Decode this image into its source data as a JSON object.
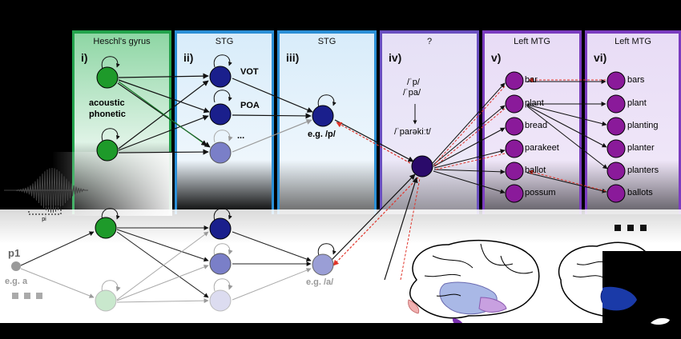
{
  "panels": [
    {
      "header": "Heschl's gyrus",
      "numeral": "i)",
      "color": "#22a04a"
    },
    {
      "header": "STG",
      "numeral": "ii)",
      "color": "#2b8fd6"
    },
    {
      "header": "STG",
      "numeral": "iii)",
      "color": "#2b8fd6"
    },
    {
      "header": "?",
      "numeral": "iv)",
      "color": "#6a4fc0"
    },
    {
      "header": "Left MTG",
      "numeral": "v)",
      "color": "#7b3cc0"
    },
    {
      "header": "Left MTG",
      "numeral": "vi)",
      "color": "#7b3cc0"
    }
  ],
  "labels": {
    "acoustic": "acoustic",
    "phonetic": "phonetic",
    "vot": "VOT",
    "poa": "POA",
    "ellipsis": "...",
    "eg_p": "e.g. /p/",
    "eg_a": "e.g. /a/",
    "p1": "p1",
    "eg_a_input": "e.g. a",
    "pi": "pi",
    "phon_p": "/ˈp/",
    "phon_pa": "/ˈpa/",
    "phon_parakeet": "/ˈparəkiːt/"
  },
  "words_v": [
    "bar",
    "plant",
    "bread",
    "parakeet",
    "ballot",
    "possum"
  ],
  "words_vi": [
    "bars",
    "plant",
    "planting",
    "planter",
    "planters",
    "ballots"
  ],
  "colors": {
    "green_node": "#1e9a2a",
    "navy_node": "#1a1f8c",
    "faded_node": "#7a7fc8",
    "purple_node": "#8a1a9a",
    "dark_purple_node": "#2a0a6a",
    "red_arrow": "#e0342a",
    "gray_node": "#9a9a9a"
  }
}
